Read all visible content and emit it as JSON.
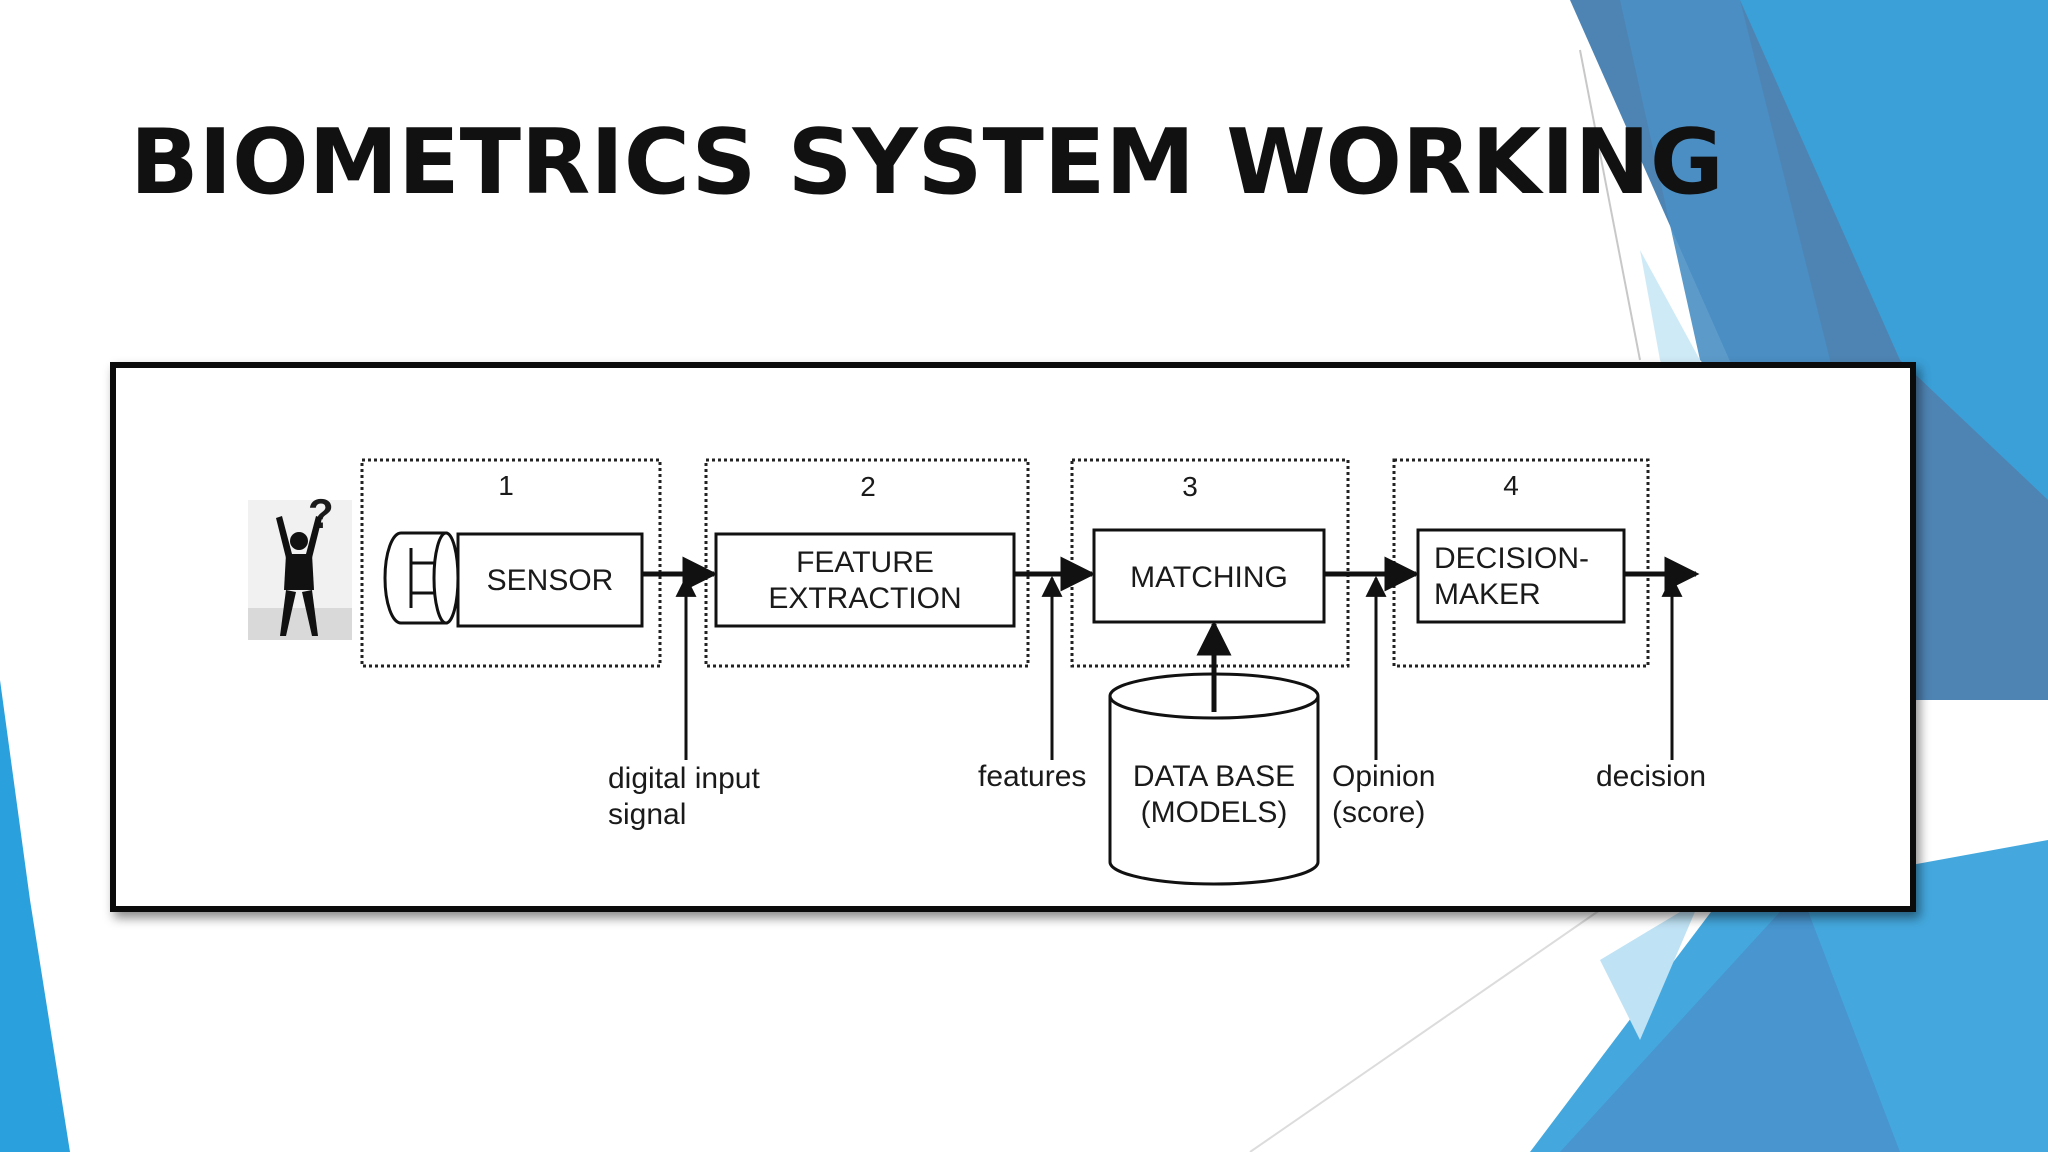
{
  "slide": {
    "title": "BIOMETRICS SYSTEM WORKING"
  },
  "theme": {
    "accent_dark": "#2a6fa8",
    "accent_mid": "#3a9fd8",
    "accent_light": "#7cc4ea",
    "accent_pale": "#cde9f6",
    "stage_border": "#222222"
  },
  "diagram": {
    "user_icon": "person-question-icon",
    "question_mark": "?",
    "sensor_icon": "camera-lens-icon",
    "stages": [
      {
        "number": "1",
        "label_lines": [
          "SENSOR"
        ]
      },
      {
        "number": "2",
        "label_lines": [
          "FEATURE",
          "EXTRACTION"
        ]
      },
      {
        "number": "3",
        "label_lines": [
          "MATCHING"
        ]
      },
      {
        "number": "4",
        "label_lines": [
          "DECISION-",
          "MAKER"
        ]
      }
    ],
    "database": {
      "label_lines": [
        "DATA BASE",
        "(MODELS)"
      ]
    },
    "signals": [
      {
        "label_lines": [
          "digital input",
          "signal"
        ]
      },
      {
        "label_lines": [
          "features"
        ]
      },
      {
        "label_lines": [
          "Opinion",
          "(score)"
        ]
      },
      {
        "label_lines": [
          "decision"
        ]
      }
    ]
  }
}
